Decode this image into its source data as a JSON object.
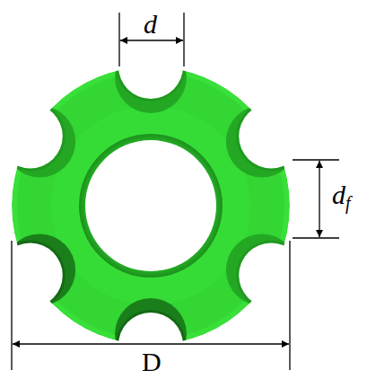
{
  "diagram": {
    "labels": [
      "d",
      "df",
      "D"
    ]
  }
}
